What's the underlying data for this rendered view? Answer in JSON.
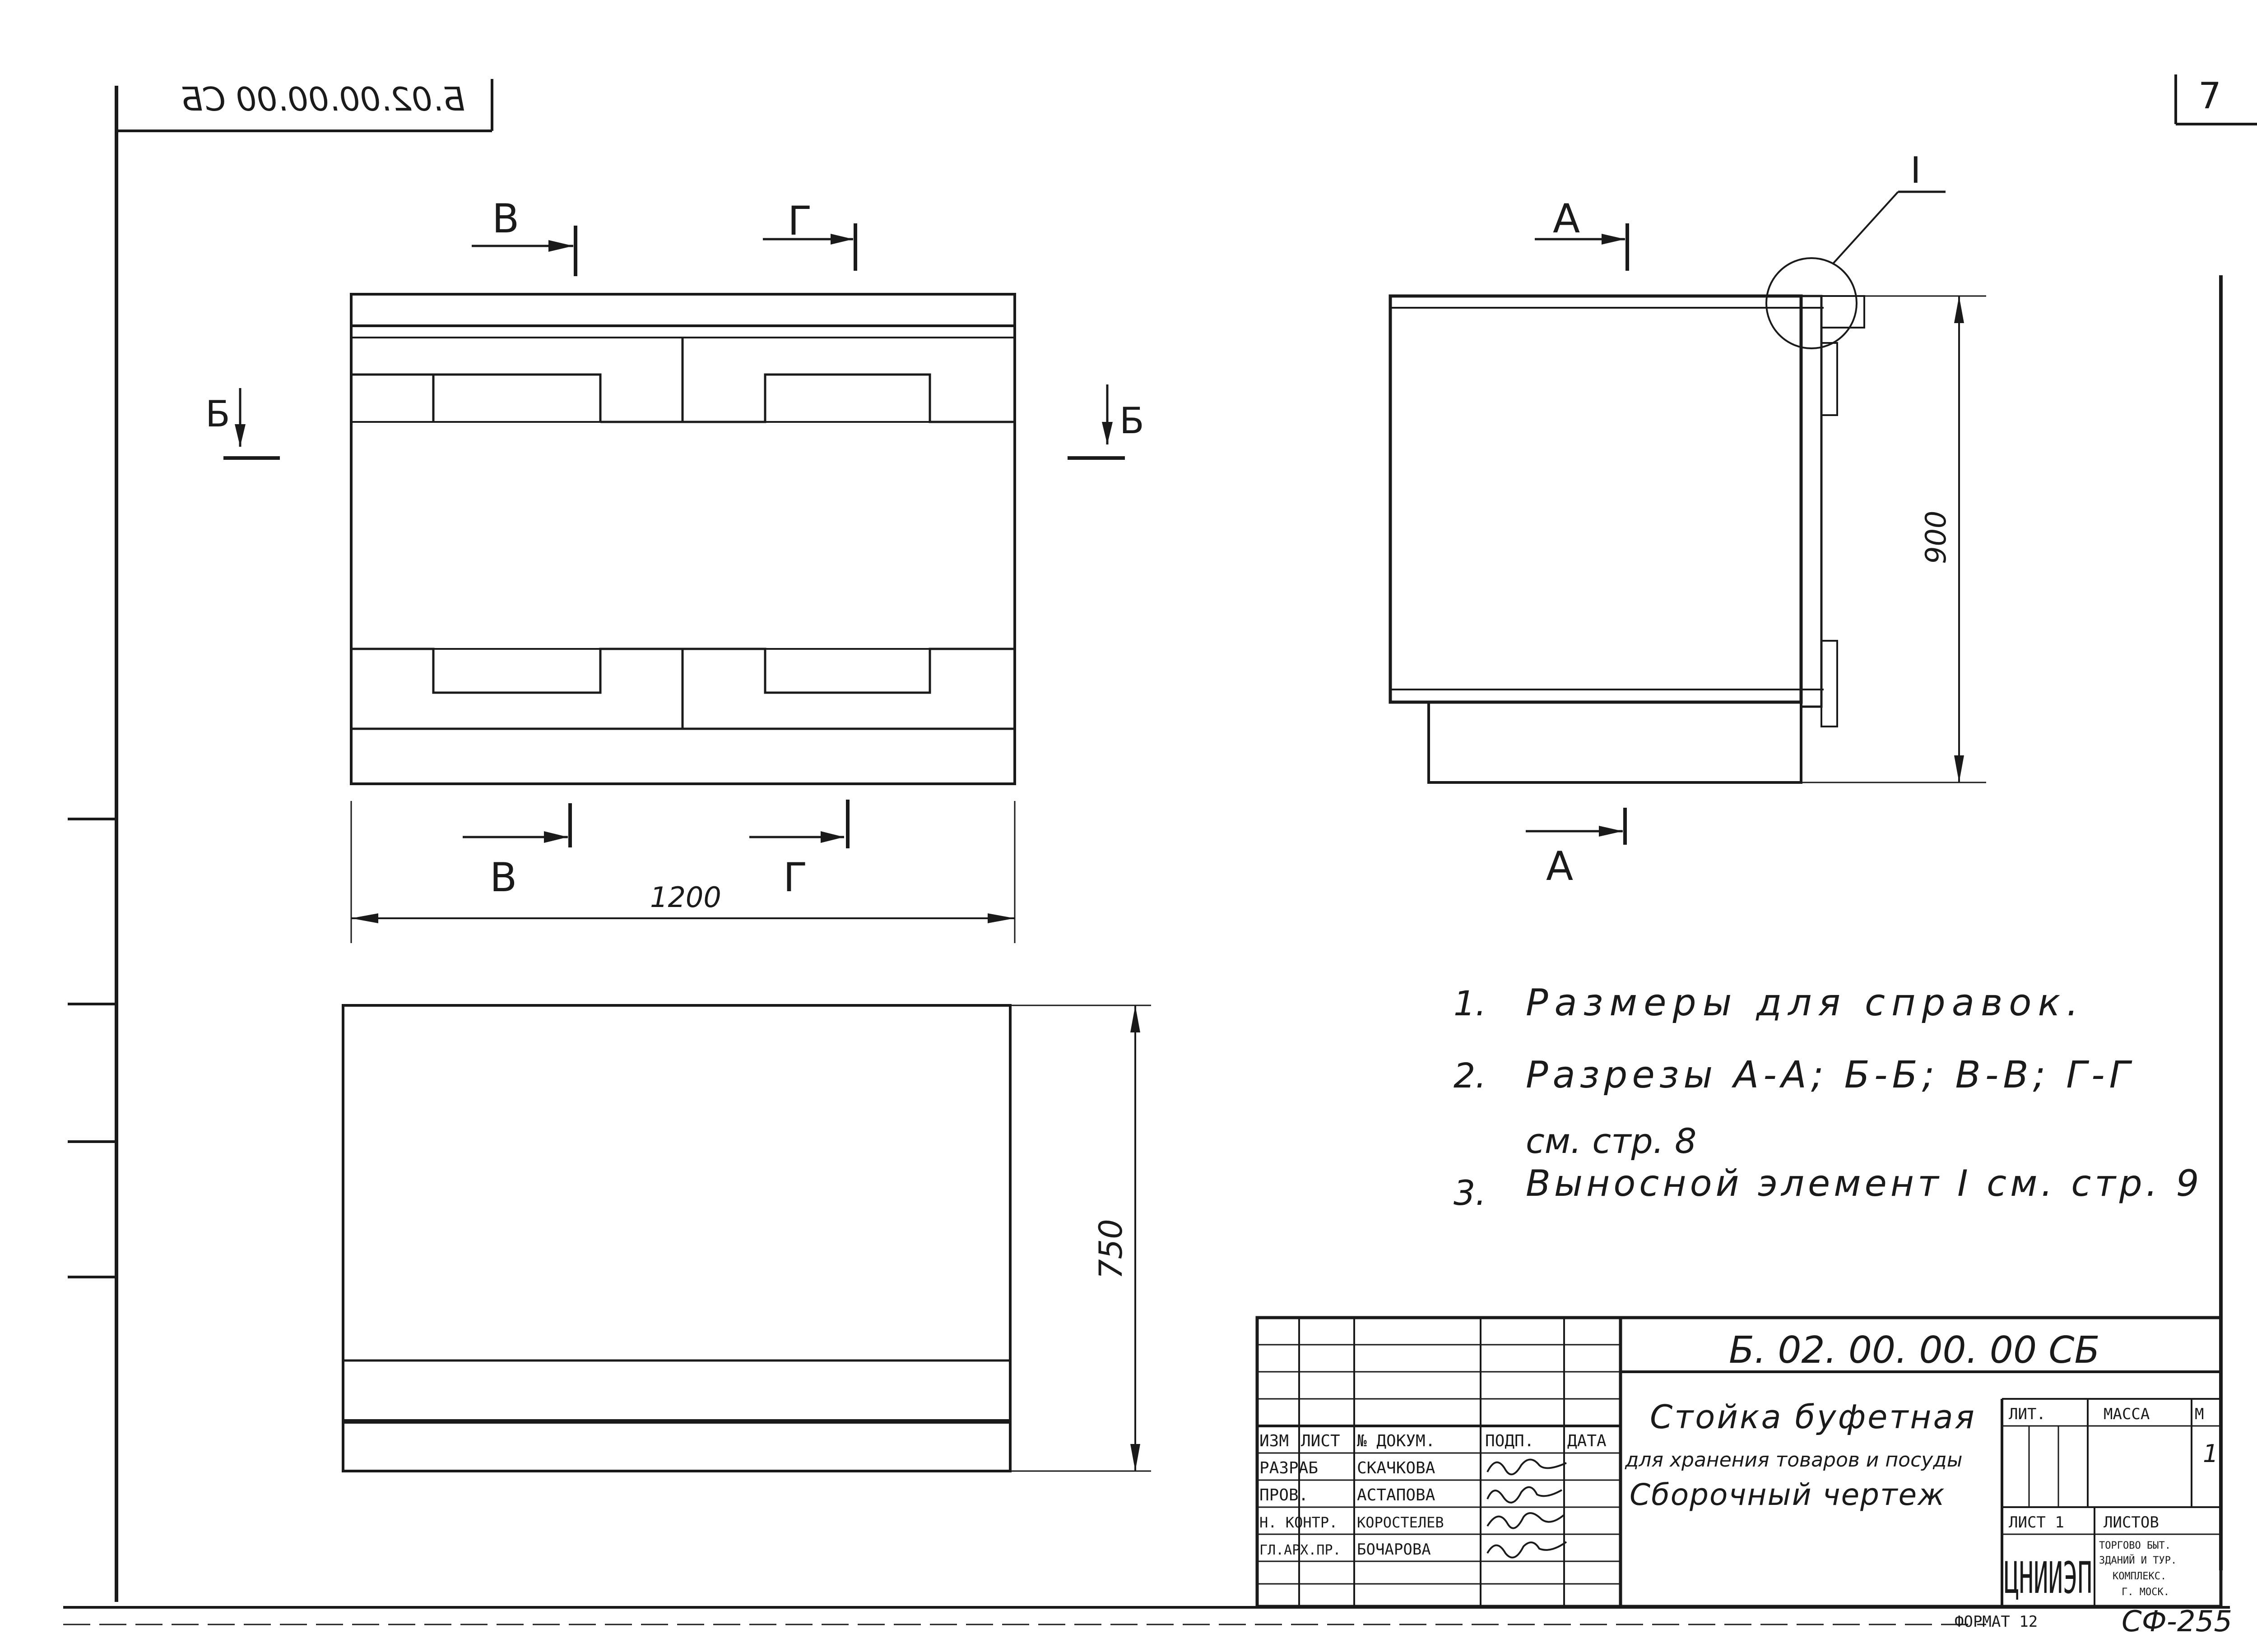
{
  "sheet": {
    "page_number": "7",
    "stamp_code_mirrored": "Б.02.00.00.00 СБ",
    "format": "ФОРМАТ 12",
    "archive_code": "СФ-255"
  },
  "views": {
    "front": {
      "section_top_left": "В",
      "section_top_right": "Г",
      "section_bottom_left": "В",
      "section_bottom_right": "Г",
      "section_left": "Б",
      "section_right": "Б",
      "width_dim": "1200"
    },
    "side": {
      "section_top": "А",
      "section_bottom": "А",
      "height_dim": "900",
      "callout": "I"
    },
    "plan": {
      "depth_dim": "750"
    }
  },
  "notes": [
    {
      "num": "1.",
      "text": "Размеры для справок."
    },
    {
      "num": "2.",
      "text": "Разрезы А-А; Б-Б; В-В; Г-Г"
    },
    {
      "num": "",
      "text": "см. стр. 8"
    },
    {
      "num": "3.",
      "text": "Выносной элемент I см. стр. 9"
    }
  ],
  "title_block": {
    "code": "Б. 02. 00. 00. 00  СБ",
    "title_line1": "Стойка буфетная",
    "title_line2": "для хранения товаров и посуды",
    "title_line3": "Сборочный чертеж",
    "headers": [
      "ИЗМ",
      "ЛИСТ",
      "№ ДОКУМ.",
      "ПОДП.",
      "ДАТА"
    ],
    "roles": [
      {
        "role": "РАЗРАБ",
        "name": "СКАЧКОВА"
      },
      {
        "role": "ПРОВ.",
        "name": "АСТАПОВА"
      },
      {
        "role": "Н. КОНТР.",
        "name": "КОРОСТЕЛЕВ"
      },
      {
        "role": "ГЛ.АРХ.ПР.",
        "name": "БОЧАРОВА"
      }
    ],
    "lit_label": "ЛИТ.",
    "mass_label": "МАССА",
    "scale_label": "М",
    "scale_value": "1",
    "sheet_label": "ЛИСТ 1",
    "sheets_label": "ЛИСТОВ",
    "org": "ЦНИИЭП",
    "org_note1": "ТОРГОВО БЫТ.",
    "org_note2": "ЗДАНИЙ И ТУР.",
    "org_note3": "КОМПЛЕКС.",
    "org_note4": "Г. МОСК."
  }
}
